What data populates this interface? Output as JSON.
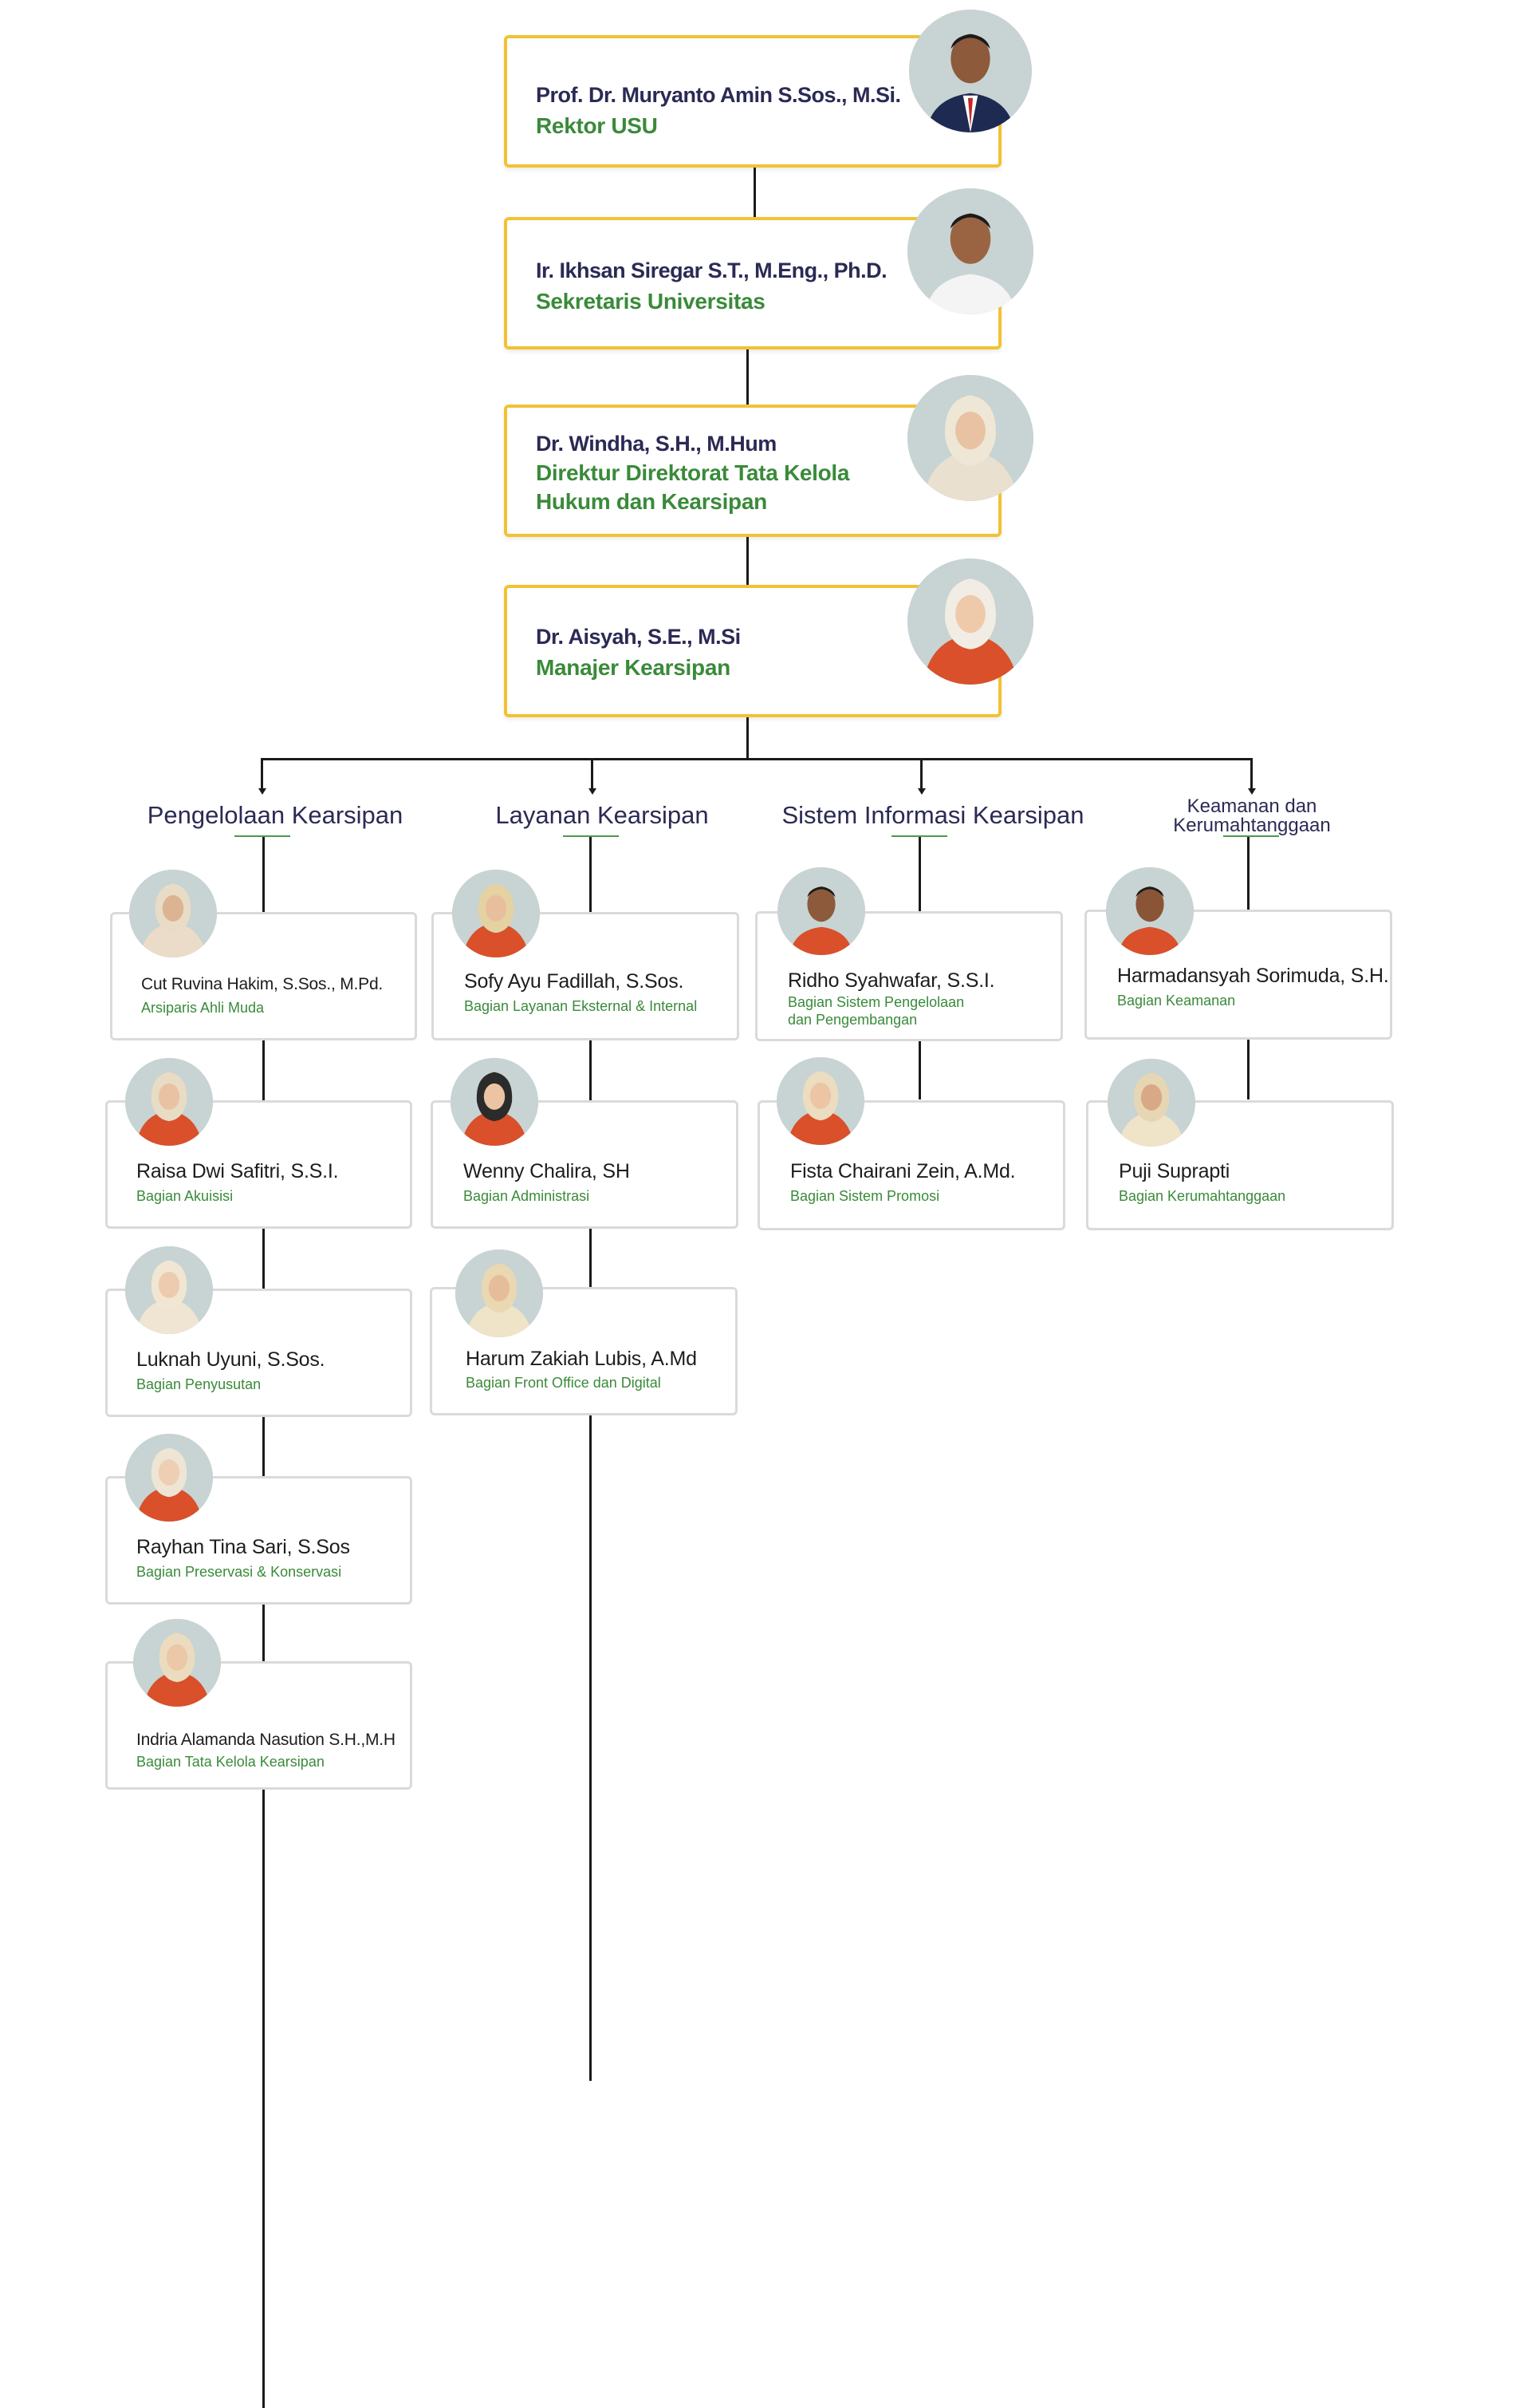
{
  "leaders": [
    {
      "name": "Prof. Dr. Muryanto Amin S.Sos., M.Si.",
      "role": "Rektor USU",
      "photo": "man-suit-red-tie"
    },
    {
      "name": "Ir. Ikhsan Siregar S.T., M.Eng., Ph.D.",
      "role": "Sekretaris Universitas",
      "photo": "man-white-shirt"
    },
    {
      "name": "Dr. Windha, S.H., M.Hum",
      "role_line1": "Direktur Direktorat Tata Kelola",
      "role_line2": "Hukum dan Kearsipan",
      "photo": "woman-hijab-cream"
    },
    {
      "name": "Dr. Aisyah, S.E., M.Si",
      "role": "Manajer Kearsipan",
      "photo": "woman-hijab-batik"
    }
  ],
  "departments": [
    {
      "title": "Pengelolaan Kearsipan"
    },
    {
      "title": "Layanan Kearsipan"
    },
    {
      "title": "Sistem Informasi Kearsipan"
    },
    {
      "title_line1": "Keamanan dan",
      "title_line2": "Kerumahtanggaan"
    }
  ],
  "staff": {
    "pengelolaan": [
      {
        "name": "Cut Ruvina Hakim, S.Sos., M.Pd.",
        "role": "Arsiparis Ahli Muda"
      },
      {
        "name": "Raisa Dwi Safitri, S.S.I.",
        "role": "Bagian Akuisisi"
      },
      {
        "name": "Luknah Uyuni, S.Sos.",
        "role": "Bagian Penyusutan"
      },
      {
        "name": "Rayhan Tina Sari, S.Sos",
        "role": "Bagian Preservasi & Konservasi"
      },
      {
        "name": "Indria Alamanda Nasution S.H.,M.H",
        "role": "Bagian Tata Kelola Kearsipan"
      }
    ],
    "layanan": [
      {
        "name": "Sofy Ayu Fadillah, S.Sos.",
        "role": "Bagian Layanan Eksternal & Internal"
      },
      {
        "name": "Wenny Chalira, SH",
        "role": "Bagian Administrasi"
      },
      {
        "name": "Harum Zakiah Lubis, A.Md",
        "role": "Bagian Front Office dan Digital"
      }
    ],
    "sistem": [
      {
        "name": "Ridho Syahwafar, S.S.I.",
        "role_line1": "Bagian Sistem Pengelolaan",
        "role_line2": "dan Pengembangan"
      },
      {
        "name": "Fista Chairani Zein, A.Md.",
        "role": "Bagian Sistem Promosi"
      }
    ],
    "keamanan": [
      {
        "name": "Harmadansyah Sorimuda, S.H.",
        "role": "Bagian Keamanan"
      },
      {
        "name": "Puji Suprapti",
        "role": "Bagian Kerumahtanggaan"
      }
    ]
  },
  "colors": {
    "accent_border": "#f2c233",
    "name_text": "#2b2a55",
    "role_text": "#3a8a3a",
    "card_border": "#dadada",
    "avatar_bg": "#c7d4d3"
  }
}
